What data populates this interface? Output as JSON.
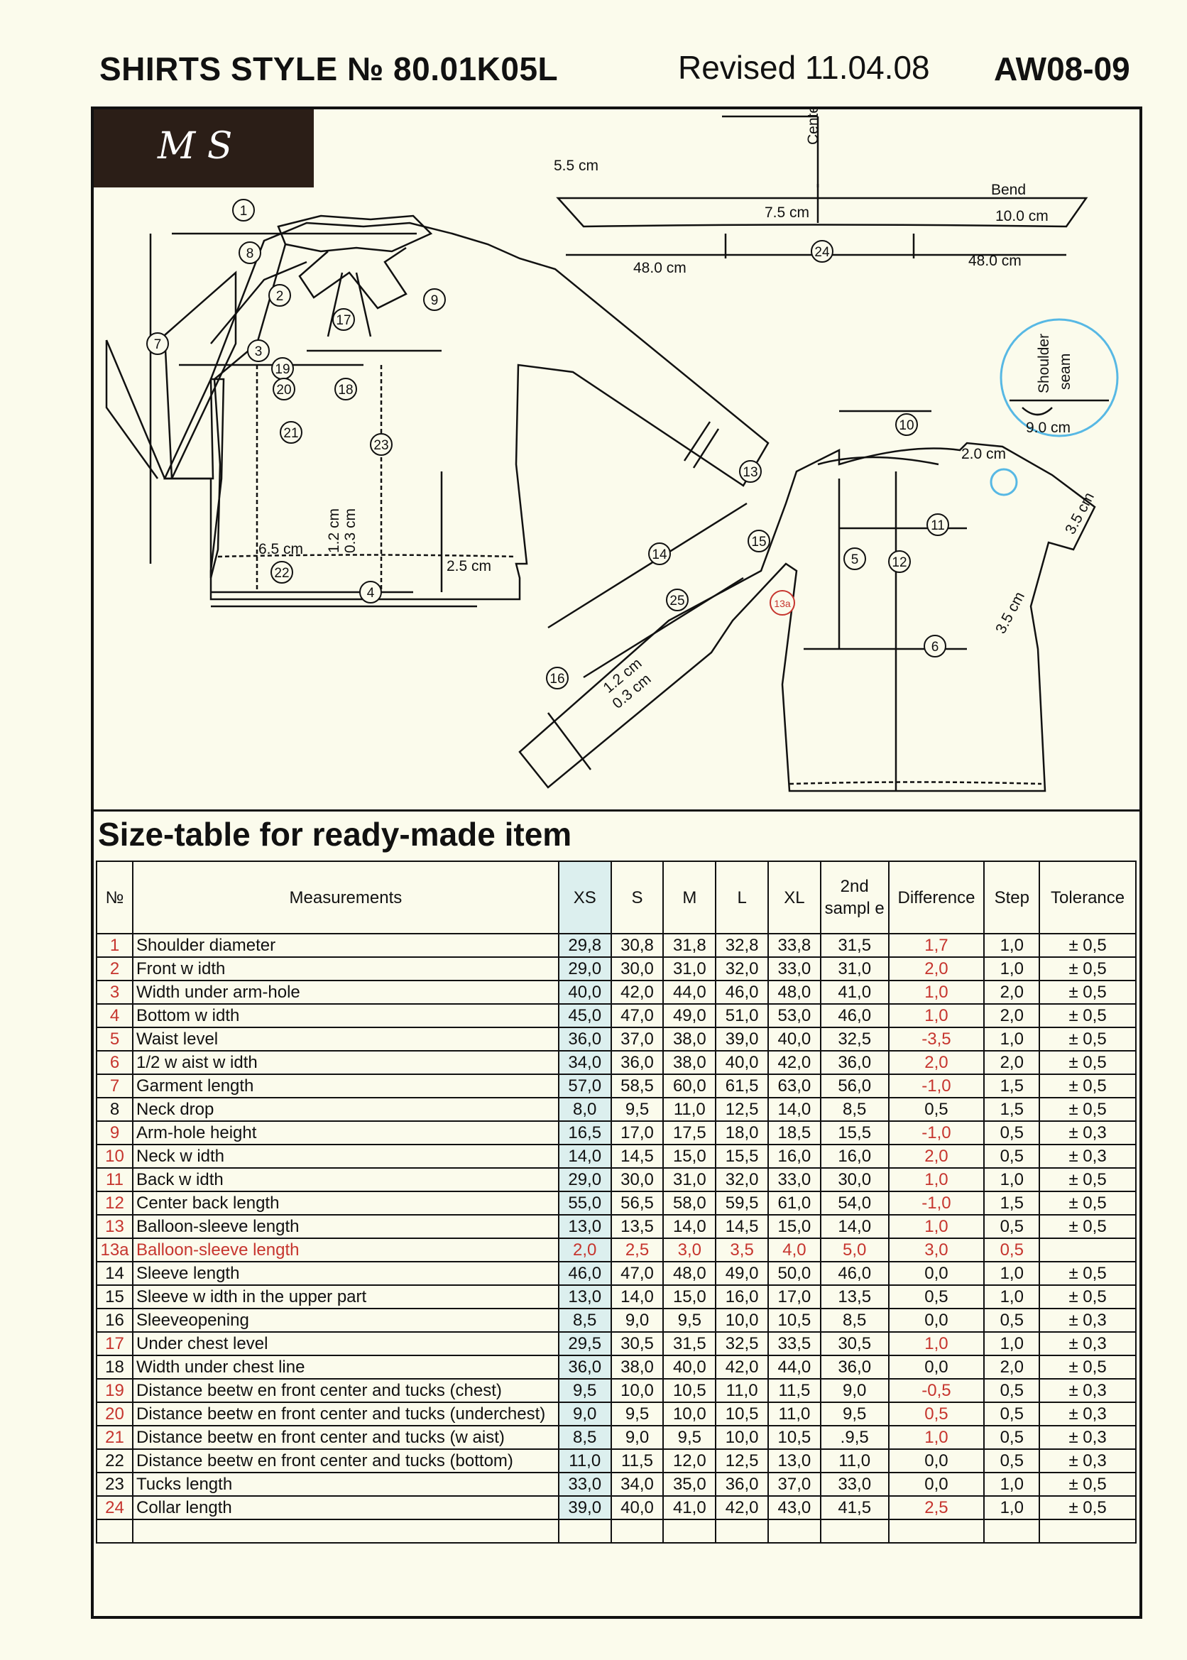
{
  "header": {
    "style": "SHIRTS  STYLE № 80.01K05L",
    "revised": "Revised 11.04.08",
    "season": "AW08-09"
  },
  "logo": "M S",
  "diagram": {
    "labels": {
      "c55": "5.5 cm",
      "center": "Center",
      "bend": "Bend",
      "c75": "7.5 cm",
      "c100": "10.0 cm",
      "c480a": "48.0 cm",
      "c480b": "48.0 cm",
      "shoulder": "Shoulder",
      "seam": "seam",
      "c90": "9.0 cm",
      "c20": "2.0 cm",
      "c35a": "3.5 cm",
      "c35b": "3.5 cm",
      "c65": "6.5 cm",
      "c12a": "1.2 cm",
      "c03a": "0.3 cm",
      "c25": "2.5 cm",
      "c12b": "1.2 cm",
      "c03b": "0.3 cm"
    }
  },
  "table": {
    "title": "Size-table for ready-made item",
    "headers": [
      "№",
      "Measurements",
      "XS",
      "S",
      "M",
      "L",
      "XL",
      "2nd sampl e",
      "Difference",
      "Step",
      "Tolerance"
    ],
    "rows": [
      [
        "1",
        "Shoulder diameter",
        "29,8",
        "30,8",
        "31,8",
        "32,8",
        "33,8",
        "31,5",
        "1,7",
        "1,0",
        "± 0,5"
      ],
      [
        "2",
        "Front w idth",
        "29,0",
        "30,0",
        "31,0",
        "32,0",
        "33,0",
        "31,0",
        "2,0",
        "1,0",
        "± 0,5"
      ],
      [
        "3",
        "Width under arm-hole",
        "40,0",
        "42,0",
        "44,0",
        "46,0",
        "48,0",
        "41,0",
        "1,0",
        "2,0",
        "± 0,5"
      ],
      [
        "4",
        "Bottom w idth",
        "45,0",
        "47,0",
        "49,0",
        "51,0",
        "53,0",
        "46,0",
        "1,0",
        "2,0",
        "± 0,5"
      ],
      [
        "5",
        "Waist level",
        "36,0",
        "37,0",
        "38,0",
        "39,0",
        "40,0",
        "32,5",
        "-3,5",
        "1,0",
        "± 0,5"
      ],
      [
        "6",
        "1/2 w aist w idth",
        "34,0",
        "36,0",
        "38,0",
        "40,0",
        "42,0",
        "36,0",
        "2,0",
        "2,0",
        "± 0,5"
      ],
      [
        "7",
        "Garment length",
        "57,0",
        "58,5",
        "60,0",
        "61,5",
        "63,0",
        "56,0",
        "-1,0",
        "1,5",
        "± 0,5"
      ],
      [
        "8",
        "Neck drop",
        "8,0",
        "9,5",
        "11,0",
        "12,5",
        "14,0",
        "8,5",
        "0,5",
        "1,5",
        "± 0,5"
      ],
      [
        "9",
        "Arm-hole height",
        "16,5",
        "17,0",
        "17,5",
        "18,0",
        "18,5",
        "15,5",
        "-1,0",
        "0,5",
        "± 0,3"
      ],
      [
        "10",
        "Neck w idth",
        "14,0",
        "14,5",
        "15,0",
        "15,5",
        "16,0",
        "16,0",
        "2,0",
        "0,5",
        "± 0,3"
      ],
      [
        "11",
        "Back w idth",
        "29,0",
        "30,0",
        "31,0",
        "32,0",
        "33,0",
        "30,0",
        "1,0",
        "1,0",
        "± 0,5"
      ],
      [
        "12",
        "Center back length",
        "55,0",
        "56,5",
        "58,0",
        "59,5",
        "61,0",
        "54,0",
        "-1,0",
        "1,5",
        "± 0,5"
      ],
      [
        "13",
        "Balloon-sleeve length",
        "13,0",
        "13,5",
        "14,0",
        "14,5",
        "15,0",
        "14,0",
        "1,0",
        "0,5",
        "± 0,5"
      ],
      [
        "13a",
        "Balloon-sleeve length",
        "2,0",
        "2,5",
        "3,0",
        "3,5",
        "4,0",
        "5,0",
        "3,0",
        "0,5",
        ""
      ],
      [
        "14",
        "Sleeve length",
        "46,0",
        "47,0",
        "48,0",
        "49,0",
        "50,0",
        "46,0",
        "0,0",
        "1,0",
        "± 0,5"
      ],
      [
        "15",
        "Sleeve w idth in the upper part",
        "13,0",
        "14,0",
        "15,0",
        "16,0",
        "17,0",
        "13,5",
        "0,5",
        "1,0",
        "± 0,5"
      ],
      [
        "16",
        "Sleeveopening",
        "8,5",
        "9,0",
        "9,5",
        "10,0",
        "10,5",
        "8,5",
        "0,0",
        "0,5",
        "± 0,3"
      ],
      [
        "17",
        "Under chest level",
        "29,5",
        "30,5",
        "31,5",
        "32,5",
        "33,5",
        "30,5",
        "1,0",
        "1,0",
        "± 0,3"
      ],
      [
        "18",
        "Width under chest line",
        "36,0",
        "38,0",
        "40,0",
        "42,0",
        "44,0",
        "36,0",
        "0,0",
        "2,0",
        "± 0,5"
      ],
      [
        "19",
        "Distance beetw en front center and tucks (chest)",
        "9,5",
        "10,0",
        "10,5",
        "11,0",
        "11,5",
        "9,0",
        "-0,5",
        "0,5",
        "± 0,3"
      ],
      [
        "20",
        "Distance beetw en front center and tucks (underchest)",
        "9,0",
        "9,5",
        "10,0",
        "10,5",
        "11,0",
        "9,5",
        "0,5",
        "0,5",
        "± 0,3"
      ],
      [
        "21",
        "Distance beetw en front center and tucks (w aist)",
        "8,5",
        "9,0",
        "9,5",
        "10,0",
        "10,5",
        ".9,5",
        "1,0",
        "0,5",
        "± 0,3"
      ],
      [
        "22",
        "Distance beetw en front center and tucks (bottom)",
        "11,0",
        "11,5",
        "12,0",
        "12,5",
        "13,0",
        "11,0",
        "0,0",
        "0,5",
        "± 0,3"
      ],
      [
        "23",
        "Tucks length",
        "33,0",
        "34,0",
        "35,0",
        "36,0",
        "37,0",
        "33,0",
        "0,0",
        "1,0",
        "± 0,5"
      ],
      [
        "24",
        "Collar length",
        "39,0",
        "40,0",
        "41,0",
        "42,0",
        "43,0",
        "41,5",
        "2,5",
        "1,0",
        "± 0,5"
      ]
    ]
  }
}
